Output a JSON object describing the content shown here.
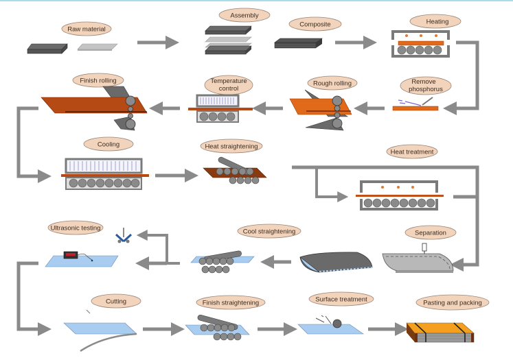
{
  "title": "Steel plate production process flow",
  "colors": {
    "arrow": "#8a8a8a",
    "label_fill": "#f2d4bc",
    "label_stroke": "#9a8476",
    "label_text": "#3a2a1e",
    "hot_plate": "#e06a1a",
    "rolled_plate": "#b54a14",
    "cold_plate": "#a8cdf0",
    "dark_steel": "#5a5a5a",
    "light_steel": "#bdbdbd",
    "package": "#f4a01e"
  },
  "steps": [
    {
      "id": "raw-material",
      "label": "Raw material"
    },
    {
      "id": "assembly",
      "label": "Assembly"
    },
    {
      "id": "composite",
      "label": "Composite"
    },
    {
      "id": "heating",
      "label": "Heating"
    },
    {
      "id": "remove-phosphorus",
      "label_lines": [
        "Remove",
        "phosphorus"
      ]
    },
    {
      "id": "rough-rolling",
      "label": "Rough rolling"
    },
    {
      "id": "temperature-control",
      "label_lines": [
        "Temperature",
        "control"
      ]
    },
    {
      "id": "finish-rolling",
      "label": "Finish rolling"
    },
    {
      "id": "cooling",
      "label": "Cooling"
    },
    {
      "id": "heat-straightening",
      "label": "Heat straightening"
    },
    {
      "id": "heat-treatment",
      "label": "Heat treatment"
    },
    {
      "id": "separation",
      "label": "Separation"
    },
    {
      "id": "cool-straightening",
      "label": "Cool straightening"
    },
    {
      "id": "ultrasonic-testing",
      "label": "Ultrasonic testing"
    },
    {
      "id": "cutting",
      "label": "Cutting"
    },
    {
      "id": "finish-straightening",
      "label": "Finish straightening"
    },
    {
      "id": "surface-treatment",
      "label": "Surface treatment"
    },
    {
      "id": "pasting-and-packing",
      "label": "Pasting and packing"
    }
  ]
}
